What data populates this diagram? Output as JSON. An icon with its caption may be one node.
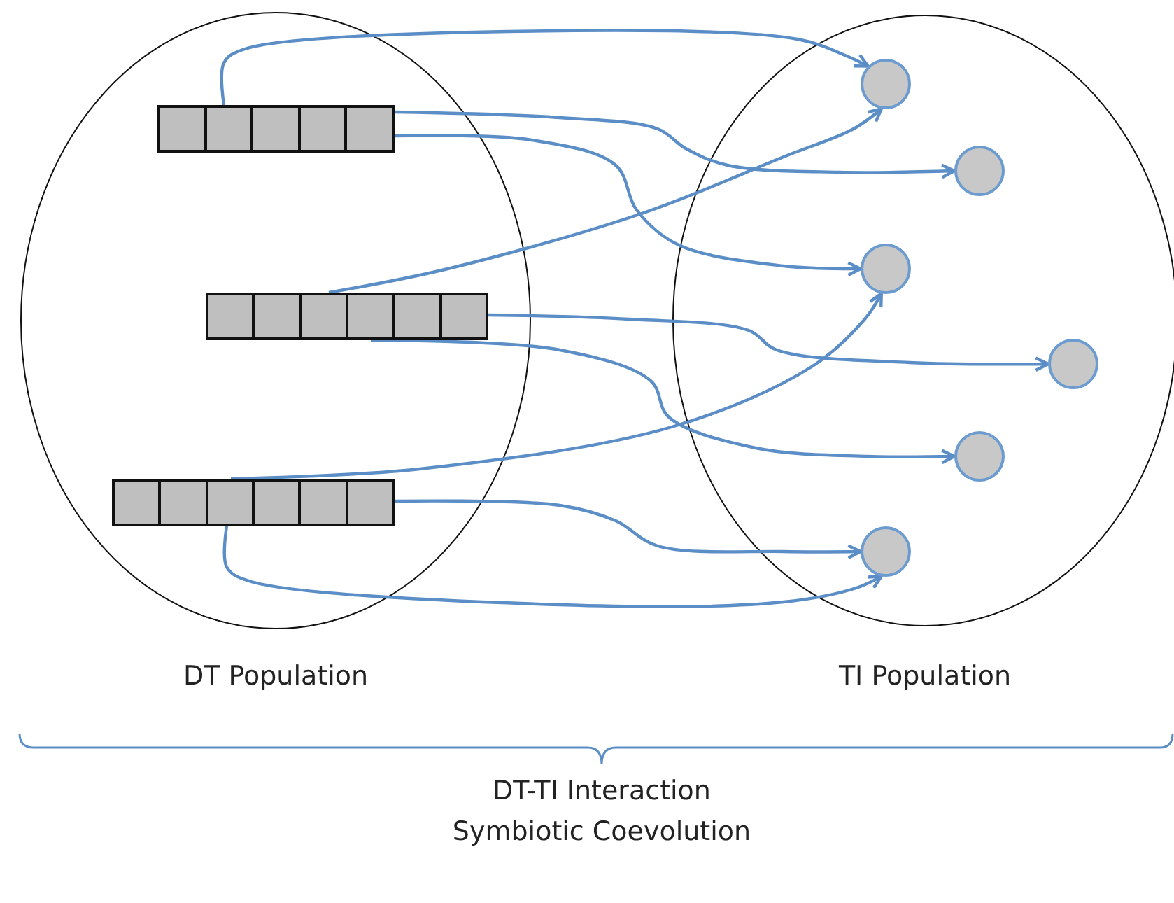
{
  "diagram": {
    "nodes": [
      {
        "text": [
          "DT Population"
        ]
      },
      {
        "text": [],
        "shape": "bar",
        "in": 0
      },
      {
        "text": [],
        "shape": "bar",
        "in": 0
      },
      {
        "text": [],
        "shape": "bar",
        "in": 0
      },
      {
        "text": [
          "TI Population"
        ]
      },
      {
        "text": [],
        "shape": "circle",
        "in": 4
      },
      {
        "text": [],
        "shape": "circle",
        "in": 4
      },
      {
        "text": [],
        "shape": "circle",
        "in": 4
      },
      {
        "text": [],
        "shape": "circle",
        "in": 4
      },
      {
        "text": [],
        "shape": "circle",
        "in": 4
      },
      {
        "text": [],
        "shape": "circle",
        "in": 4
      }
    ],
    "edges": [
      {
        "from": 1,
        "to": 5,
        "arrow": "to"
      },
      {
        "from": 1,
        "to": 6,
        "arrow": "to"
      },
      {
        "from": 1,
        "to": 7,
        "arrow": "to"
      },
      {
        "from": 2,
        "to": 5,
        "arrow": "to"
      },
      {
        "from": 2,
        "to": 8,
        "arrow": "to"
      },
      {
        "from": 2,
        "to": 9,
        "arrow": "to"
      },
      {
        "from": 3,
        "to": 7,
        "arrow": "to"
      },
      {
        "from": 3,
        "to": 10,
        "arrow": "to"
      },
      {
        "from": 3,
        "to": 10,
        "arrow": "to"
      }
    ],
    "labels": [
      "DT-TI Interaction",
      "Symbiotic Coevolution"
    ]
  }
}
